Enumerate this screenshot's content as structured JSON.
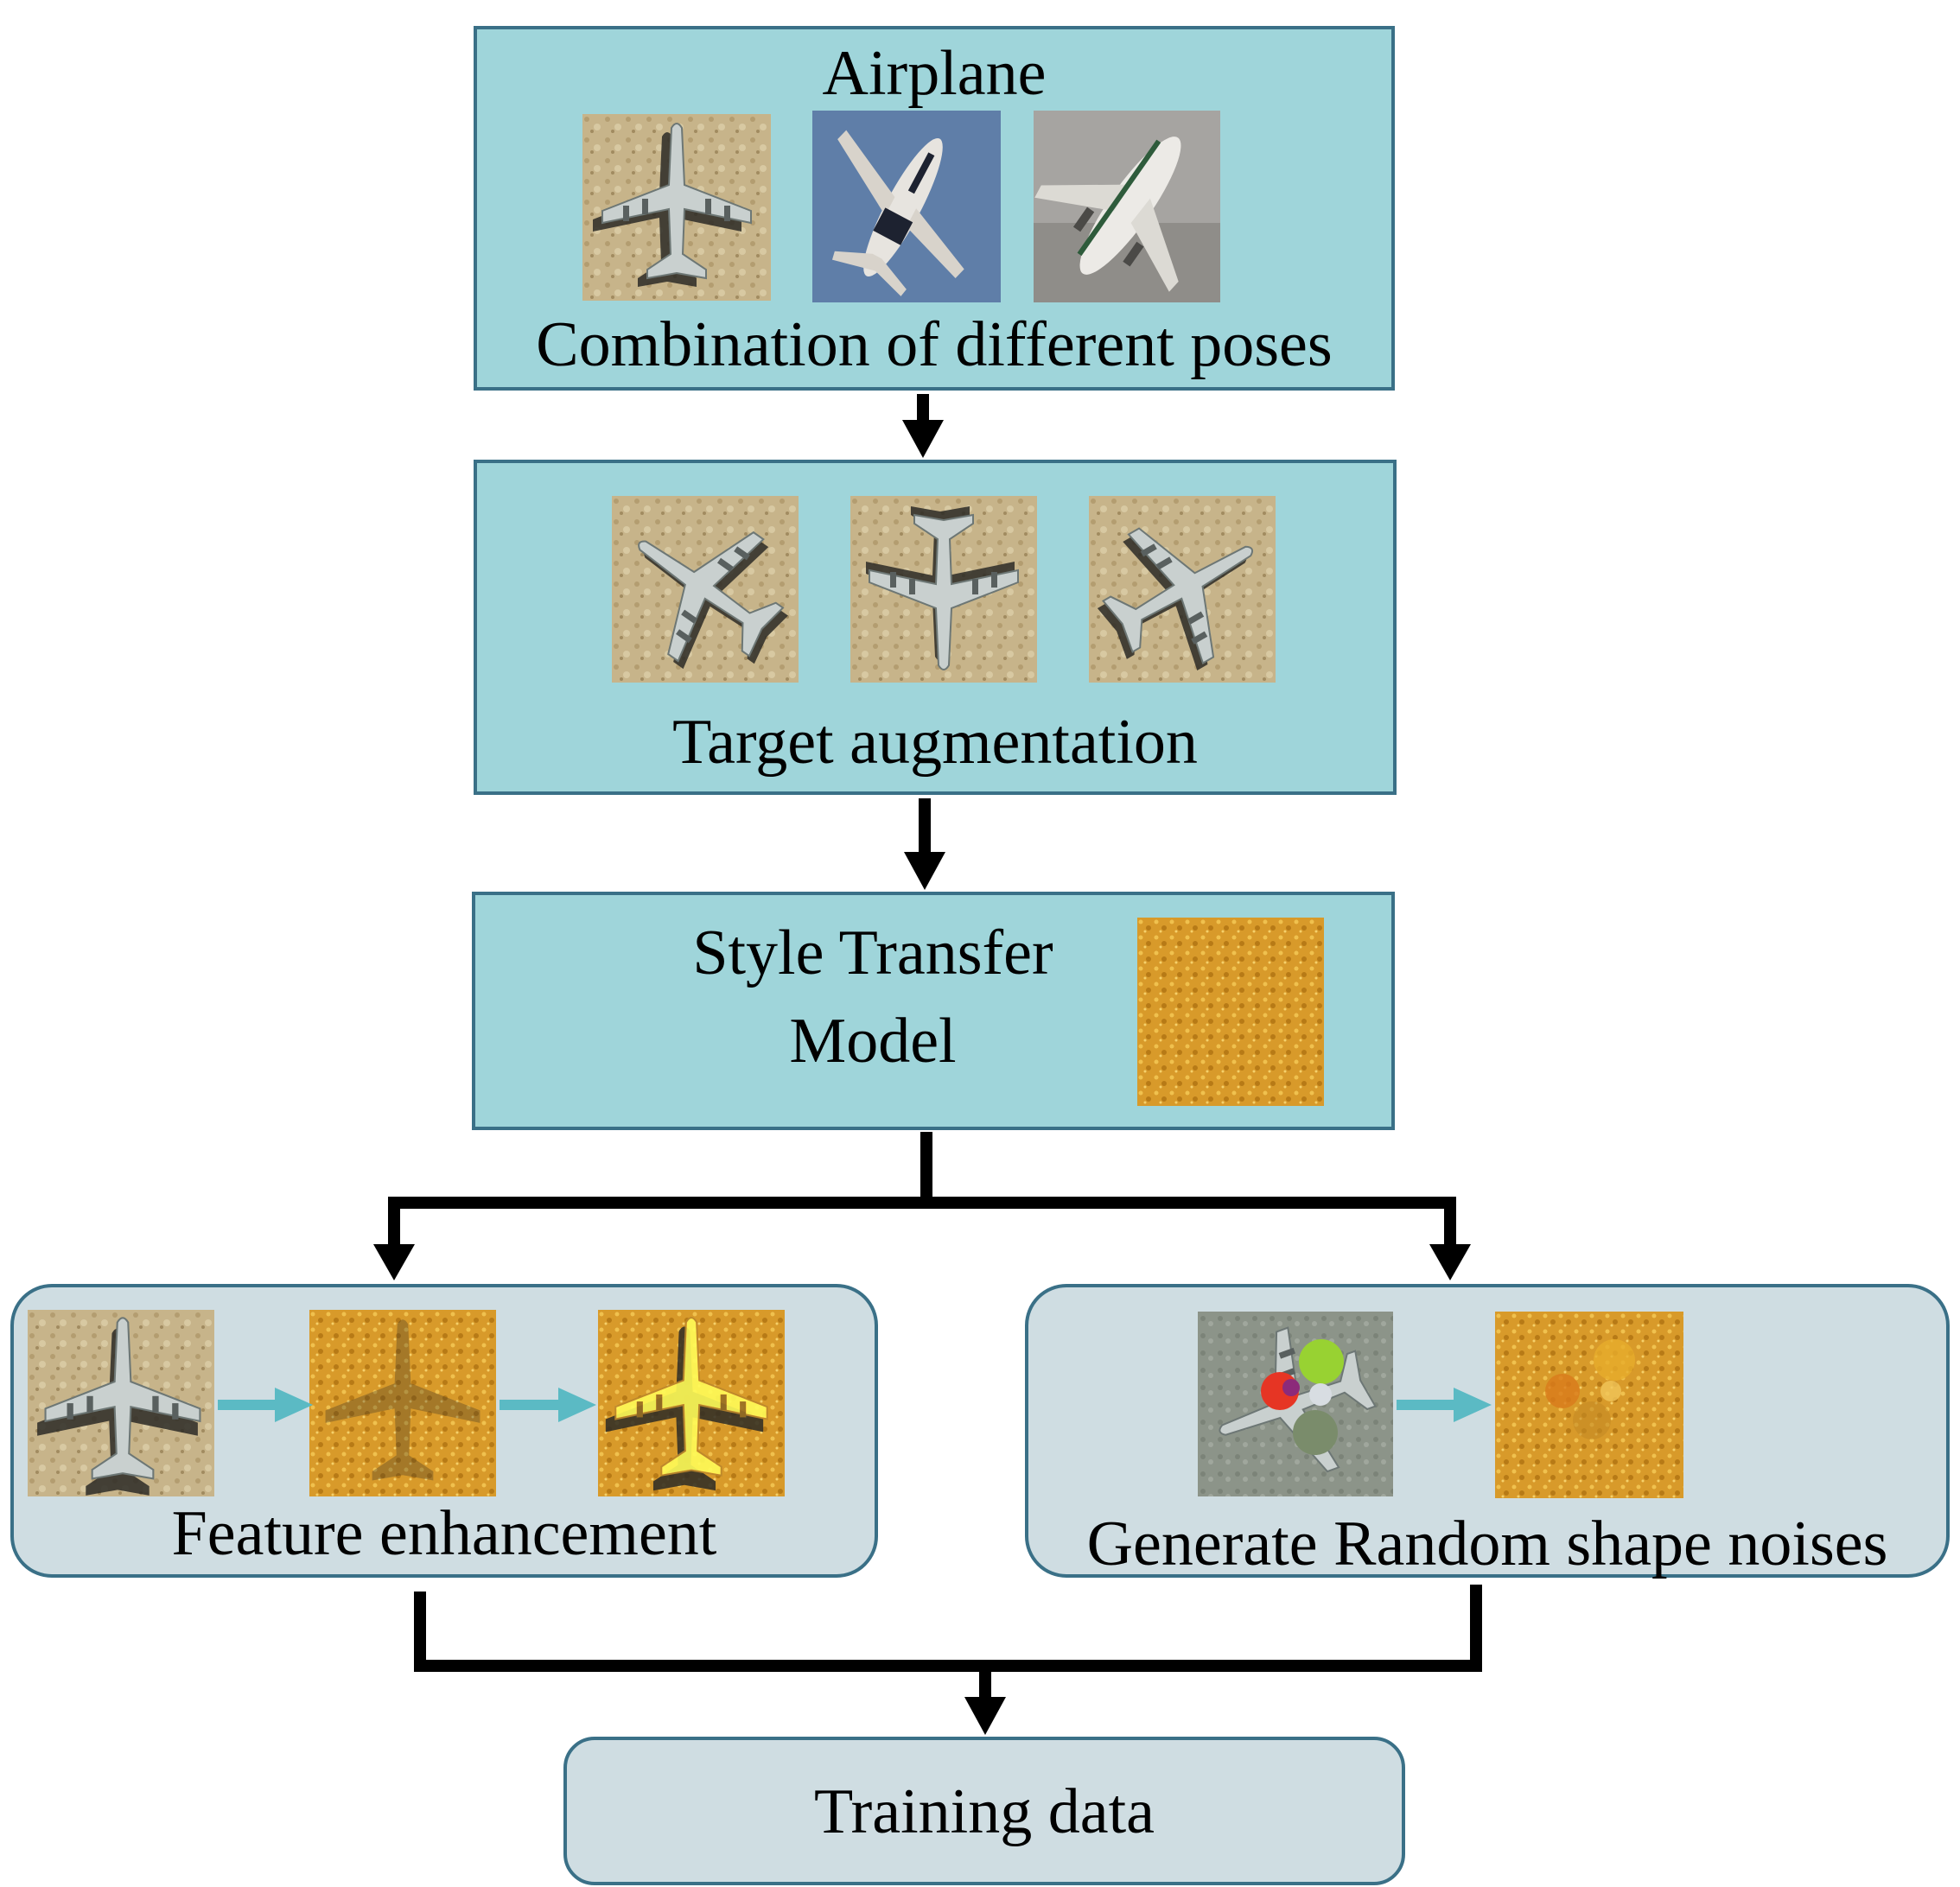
{
  "box_pose": {
    "title": "Airplane",
    "caption": "Combination of different poses"
  },
  "box_augment": {
    "caption": "Target augmentation"
  },
  "box_style": {
    "line1": "Style Transfer",
    "line2": "Model"
  },
  "box_feature": {
    "caption": "Feature enhancement"
  },
  "box_noise": {
    "caption": "Generate Random shape noises"
  },
  "box_training": {
    "caption": "Training data"
  },
  "colors": {
    "teal_fill": "#9fd5da",
    "pale_fill": "#cfdde2",
    "border": "#3a7087",
    "small_arrow": "#5bbac4",
    "main_arrow": "#000000"
  }
}
